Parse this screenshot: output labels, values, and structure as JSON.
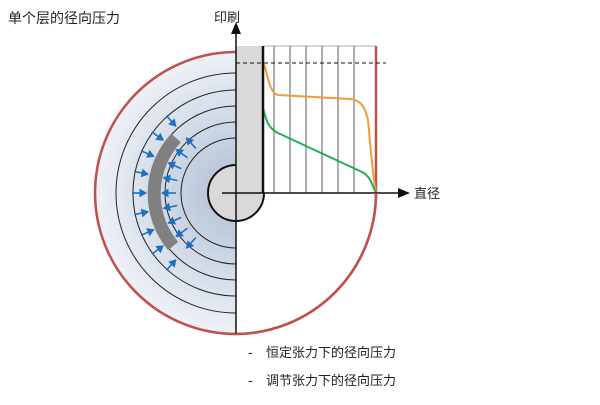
{
  "diagram": {
    "title": "单个层的径向压力",
    "y_axis_label": "印刷",
    "x_axis_label": "直径",
    "legend": [
      {
        "prefix": "-",
        "text": "恒定张力下的径向压力",
        "color": "#f39a3c"
      },
      {
        "prefix": "-",
        "text": "调节张力下的径向压力",
        "color": "#20b050"
      }
    ],
    "colors": {
      "roll_outline": "#c0504d",
      "roll_fill_outer": "#e8ecf3",
      "roll_fill_inner": "#b9c6d8",
      "core": "#d9d9d9",
      "layer": "#808080",
      "arrows": "#1f6fc0",
      "orange_curve": "#f39a3c",
      "green_curve": "#20b050"
    }
  }
}
